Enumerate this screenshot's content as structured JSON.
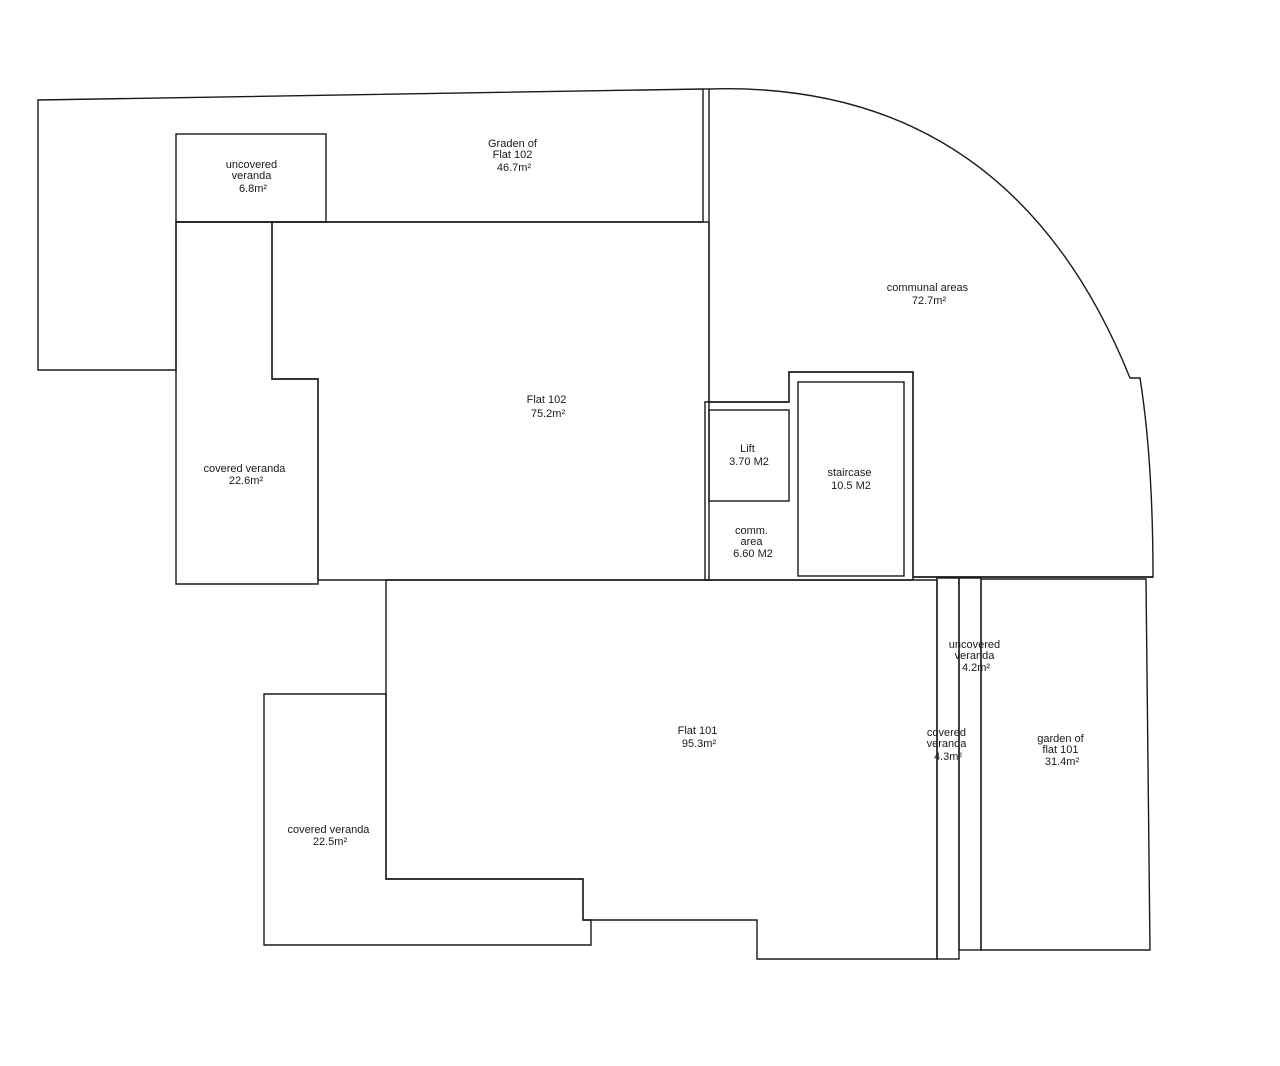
{
  "rooms": [
    {
      "id": "garden-102",
      "lines": [
        "Graden of",
        "Flat 102",
        "46.7m²"
      ]
    },
    {
      "id": "uncovered-veranda-top",
      "lines": [
        "uncovered",
        "veranda",
        "6.8m²"
      ]
    },
    {
      "id": "flat-102",
      "lines": [
        "Flat 102",
        "75.2m²"
      ]
    },
    {
      "id": "covered-veranda-left",
      "lines": [
        "covered veranda",
        "22.6m²"
      ]
    },
    {
      "id": "communal-areas",
      "lines": [
        "communal areas",
        "72.7m²"
      ]
    },
    {
      "id": "lift",
      "lines": [
        "Lift",
        "3.70 M2"
      ]
    },
    {
      "id": "staircase",
      "lines": [
        "staircase",
        "10.5 M2"
      ]
    },
    {
      "id": "comm-area",
      "lines": [
        "comm.",
        "area",
        "6.60 M2"
      ]
    },
    {
      "id": "uncovered-veranda-right",
      "lines": [
        "uncovered",
        "veranda",
        "4.2m²"
      ]
    },
    {
      "id": "covered-veranda-strip",
      "lines": [
        "covered",
        "veranda",
        "4.3m²"
      ]
    },
    {
      "id": "garden-101",
      "lines": [
        "garden of",
        "flat 101",
        "31.4m²"
      ]
    },
    {
      "id": "flat-101",
      "lines": [
        "Flat 101",
        "95.3m²"
      ]
    },
    {
      "id": "covered-veranda-bottom",
      "lines": [
        "covered veranda",
        "22.5m²"
      ]
    }
  ]
}
